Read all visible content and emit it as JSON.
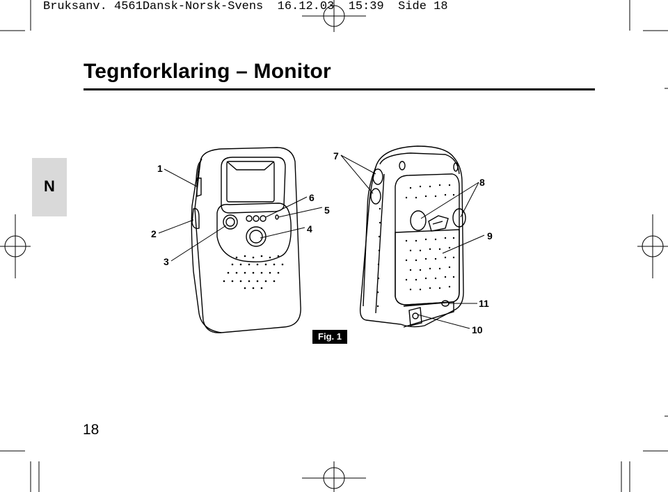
{
  "header": {
    "slug_doc": "Bruksanv. 4561Dansk-Norsk-Svens",
    "slug_date": "16.12.03",
    "slug_time": "15:39",
    "slug_page": "Side 18"
  },
  "page": {
    "title": "Tegnforklaring – Monitor",
    "language_tab": "N",
    "page_number": "18"
  },
  "figure": {
    "label": "Fig. 1",
    "callouts": [
      "1",
      "2",
      "3",
      "4",
      "5",
      "6",
      "7",
      "8",
      "9",
      "10",
      "11"
    ]
  }
}
